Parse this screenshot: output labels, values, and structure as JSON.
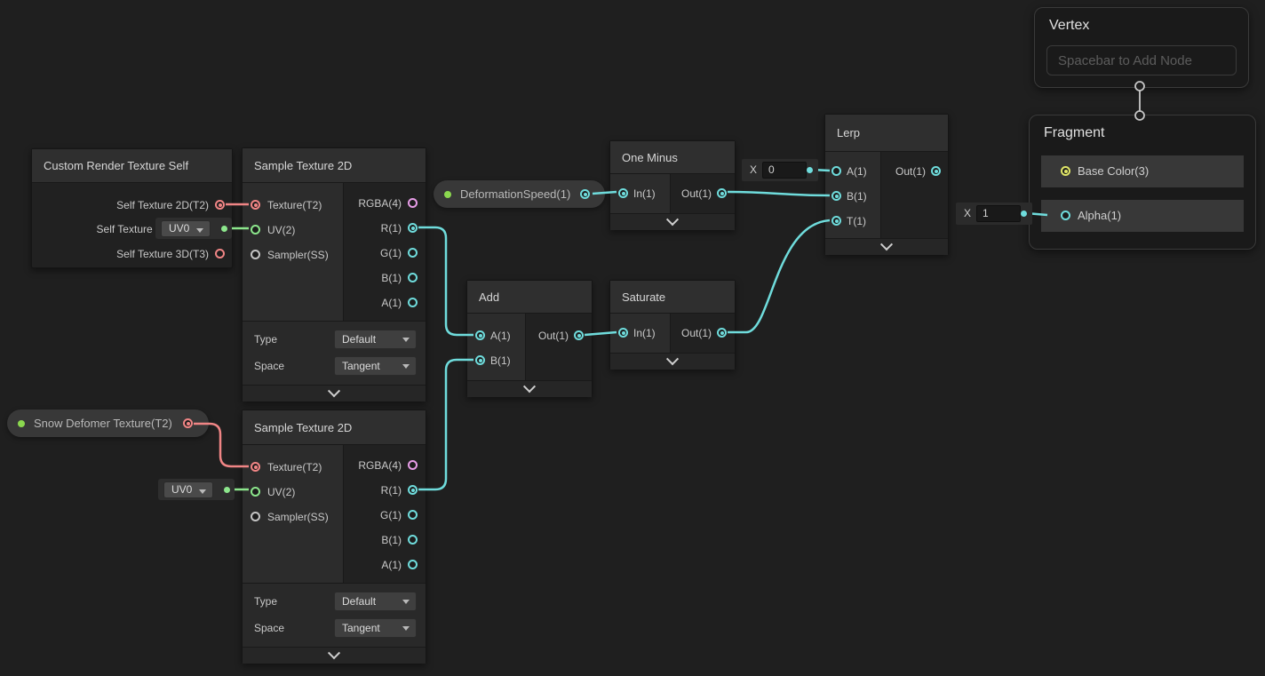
{
  "graph": {
    "vertex": {
      "title": "Vertex",
      "placeholder": "Spacebar to Add Node"
    },
    "fragment": {
      "title": "Fragment",
      "ports": {
        "base_color": "Base Color(3)",
        "alpha": "Alpha(1)"
      },
      "alpha_default": {
        "label": "X",
        "value": "1"
      }
    },
    "custom_render_texture": {
      "title": "Custom Render Texture Self",
      "outputs": [
        "Self Texture 2D(T2)",
        "Self Texture (",
        "Self Texture 3D(T3)"
      ]
    },
    "sample_nodes": [
      {
        "title": "Sample Texture 2D",
        "inputs": [
          "Texture(T2)",
          "UV(2)",
          "Sampler(SS)"
        ],
        "outputs": [
          "RGBA(4)",
          "R(1)",
          "G(1)",
          "B(1)",
          "A(1)"
        ],
        "controls": [
          {
            "label": "Type",
            "value": "Default"
          },
          {
            "label": "Space",
            "value": "Tangent"
          }
        ],
        "uv_default": "UV0"
      },
      {
        "title": "Sample Texture 2D",
        "inputs": [
          "Texture(T2)",
          "UV(2)",
          "Sampler(SS)"
        ],
        "outputs": [
          "RGBA(4)",
          "R(1)",
          "G(1)",
          "B(1)",
          "A(1)"
        ],
        "controls": [
          {
            "label": "Type",
            "value": "Default"
          },
          {
            "label": "Space",
            "value": "Tangent"
          }
        ],
        "uv_default": "UV0"
      }
    ],
    "one_minus": {
      "title": "One Minus",
      "input": "In(1)",
      "output": "Out(1)"
    },
    "add": {
      "title": "Add",
      "inputs": [
        "A(1)",
        "B(1)"
      ],
      "output": "Out(1)"
    },
    "saturate": {
      "title": "Saturate",
      "input": "In(1)",
      "output": "Out(1)"
    },
    "lerp": {
      "title": "Lerp",
      "inputs": [
        "A(1)",
        "B(1)",
        "T(1)"
      ],
      "output": "Out(1)",
      "a_default": {
        "label": "X",
        "value": "0"
      }
    },
    "properties": [
      {
        "label": "DeformationSpeed(1)"
      },
      {
        "label": "Snow Defomer Texture(T2)"
      }
    ]
  },
  "colors": {
    "background": "#1f1f1f",
    "wire_cyan": "#6fdcdc",
    "wire_green": "#8ce68c",
    "wire_red": "#f08585",
    "wire_white": "#b8b8b8",
    "port_pink": "#e79de7",
    "port_yellow": "#e0e668",
    "property_dot_green": "#8bd84f"
  }
}
